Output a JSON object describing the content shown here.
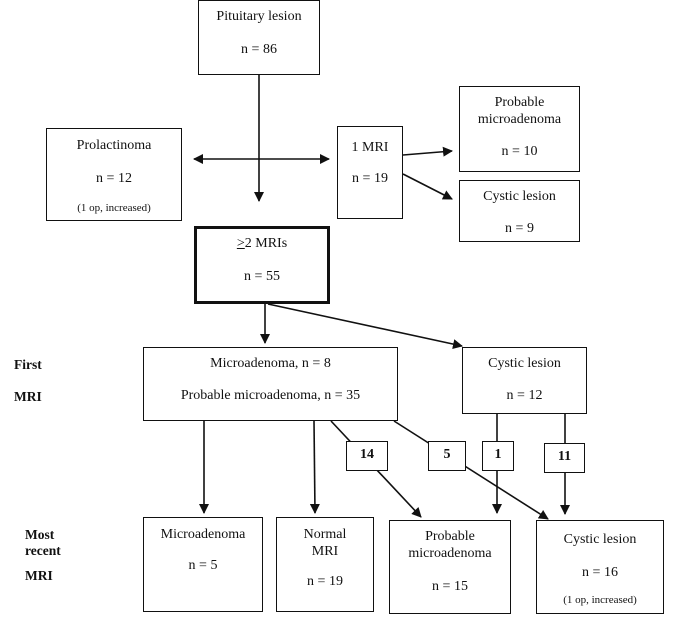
{
  "nodes": {
    "pituitary": {
      "title": "Pituitary lesion",
      "n": "n = 86"
    },
    "prolactinoma": {
      "title": "Prolactinoma",
      "n": "n = 12",
      "note": "(1 op, increased)"
    },
    "one_mri": {
      "title": "1 MRI",
      "n": "n = 19"
    },
    "probable_top": {
      "title_line1": "Probable",
      "title_line2": "microadenoma",
      "n": "n = 10"
    },
    "cystic_top": {
      "title": "Cystic lesion",
      "n": "n = 9"
    },
    "two_mri": {
      "title_prefix": ">",
      "title_rest": "2 MRIs",
      "n": "n = 55"
    },
    "first_micro": {
      "line1": "Microadenoma, n = 8",
      "line2": "Probable microadenoma, n = 35"
    },
    "first_cystic": {
      "title": "Cystic lesion",
      "n": "n = 12"
    },
    "recent_micro": {
      "title": "Microadenoma",
      "n": "n = 5"
    },
    "recent_normal": {
      "title_line1": "Normal",
      "title_line2": "MRI",
      "n": "n = 19"
    },
    "recent_probable": {
      "title_line1": "Probable",
      "title_line2": "microadenoma",
      "n": "n = 15"
    },
    "recent_cystic": {
      "title": "Cystic lesion",
      "n": "n = 16",
      "note": "(1 op, increased)"
    }
  },
  "transition_counts": {
    "to_probable": "14",
    "to_cystic": "5",
    "cystic_to_probable": "1",
    "cystic_to_cystic": "11"
  },
  "row_labels": {
    "first": {
      "line1": "First",
      "line2": "MRI"
    },
    "recent": {
      "line1": "Most",
      "line2": "recent",
      "line3": "MRI"
    }
  }
}
